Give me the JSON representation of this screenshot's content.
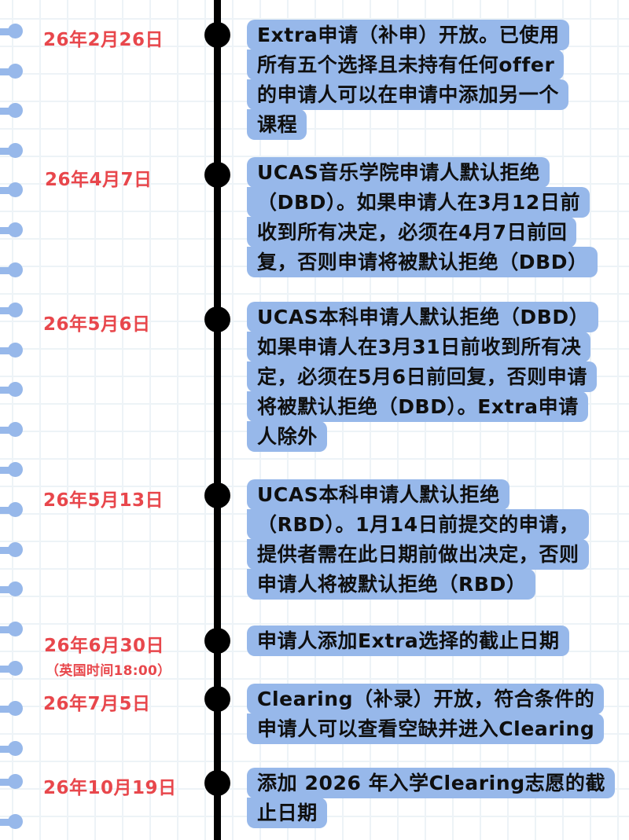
{
  "timeline": [
    {
      "date": "26年2月26日",
      "description_lines": [
        "Extra申请（补申）开放。已使用",
        "所有五个选择且未持有任何offer",
        "的申请人可以在申请中添加另一个",
        "课程"
      ]
    },
    {
      "date": "26年4月7日",
      "description_lines": [
        "UCAS音乐学院申请人默认拒绝",
        "（DBD）。如果申请人在3月12日前",
        "收到所有决定，必须在4月7日前回",
        "复，否则申请将被默认拒绝（DBD）"
      ]
    },
    {
      "date": "26年5月6日",
      "description_lines": [
        "UCAS本科申请人默认拒绝（DBD）",
        "如果申请人在3月31日前收到所有决",
        "定，必须在5月6日前回复，否则申请",
        "将被默认拒绝（DBD）。Extra申请",
        "人除外"
      ]
    },
    {
      "date": "26年5月13日",
      "description_lines": [
        "UCAS本科申请人默认拒绝",
        "（RBD）。1月14日前提交的申请，",
        "提供者需在此日期前做出决定，否则",
        "申请人将被默认拒绝（RBD）"
      ]
    },
    {
      "date": "26年6月30日",
      "date_note": "（英国时间18:00）",
      "description_lines": [
        "申请人添加Extra选择的截止日期"
      ]
    },
    {
      "date": "26年7月5日",
      "description_lines": [
        "Clearing（补录）开放，符合条件的",
        "申请人可以查看空缺并进入Clearing"
      ]
    },
    {
      "date": "26年10月19日",
      "description_lines": [
        "添加 2026 年入学Clearing志愿的截",
        "止日期"
      ]
    }
  ],
  "colors": {
    "date_text": "#e8474c",
    "bubble": "#97b8ea",
    "timeline": "#000000",
    "binding_rings": "#97b8ea",
    "grid": "#edf3f7"
  },
  "icons": {
    "binding": "spiral-binding-ring",
    "milestone": "timeline-dot"
  }
}
